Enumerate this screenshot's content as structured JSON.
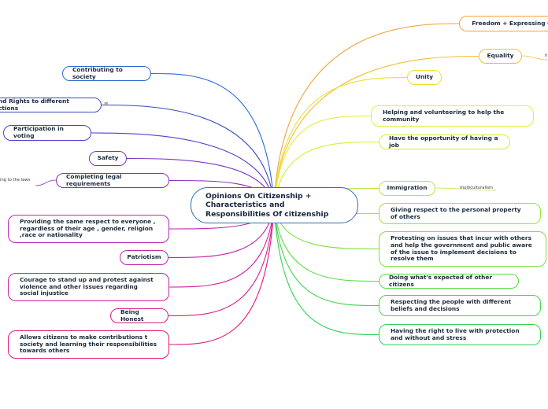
{
  "center": {
    "title": "Opinions On Citizenship + Characteristics and Responsibilities  Of citizenship"
  },
  "left_nodes": [
    {
      "id": "l1",
      "label": "Contributing to society",
      "color": "#2c6ad6"
    },
    {
      "id": "l2",
      "label": "and Rights to different actions",
      "color": "#3b4cc0"
    },
    {
      "id": "l3",
      "label": "Participation in voting",
      "color": "#5a3cc8"
    },
    {
      "id": "l4",
      "label": "Safety",
      "color": "#7a35c4"
    },
    {
      "id": "l5",
      "label": "Completing legal requirements",
      "color": "#8a2fbf"
    },
    {
      "id": "l6",
      "label": "Providing the same respect to everyone , regardless of their age , gender, religion ,race or nationality",
      "color": "#b429b8"
    },
    {
      "id": "l7",
      "label": "Patriotism",
      "color": "#c426a8"
    },
    {
      "id": "l8",
      "label": "Courage to stand up and protest against violence and other issues regarding social injustice",
      "color": "#d0229a"
    },
    {
      "id": "l9",
      "label": "Being Honest",
      "color": "#da1e88"
    },
    {
      "id": "l10",
      "label": "Allows citizens to make contributions t society and learning their responsibilities towards others",
      "color": "#e0187a"
    }
  ],
  "right_nodes": [
    {
      "id": "r1",
      "label": "Freedom + Expressing Ou",
      "color": "#f2a33a"
    },
    {
      "id": "r2",
      "label": "Equality",
      "color": "#f0c030"
    },
    {
      "id": "r3",
      "label": "Unity",
      "color": "#ede030"
    },
    {
      "id": "r4",
      "label": "Helping and volunteering to help the community",
      "color": "#e8ec40"
    },
    {
      "id": "r5",
      "label": "Have the opportunity of having a job",
      "color": "#d6ee3a"
    },
    {
      "id": "r6",
      "label": "Immigration",
      "color": "#b4e838"
    },
    {
      "id": "r7",
      "label": "Giving respect to the personal property of others",
      "color": "#98e63a"
    },
    {
      "id": "r8",
      "label": "Protesting on issues that incur with others and help the government and public aware of the issue to implement decisions to resolve them",
      "color": "#7ce23c"
    },
    {
      "id": "r9",
      "label": "Doing what's expected of other citizens",
      "color": "#58dc3e"
    },
    {
      "id": "r10",
      "label": "Respecting the people with different beliefs and decisions",
      "color": "#3fd846"
    },
    {
      "id": "r11",
      "label": "Having the right to live with protection and without and stress",
      "color": "#32d256"
    }
  ],
  "sub_labels": {
    "legal": "ing to the laws",
    "immigration": "multiculturalism",
    "equality": "h",
    "rights_icon": "≡"
  }
}
